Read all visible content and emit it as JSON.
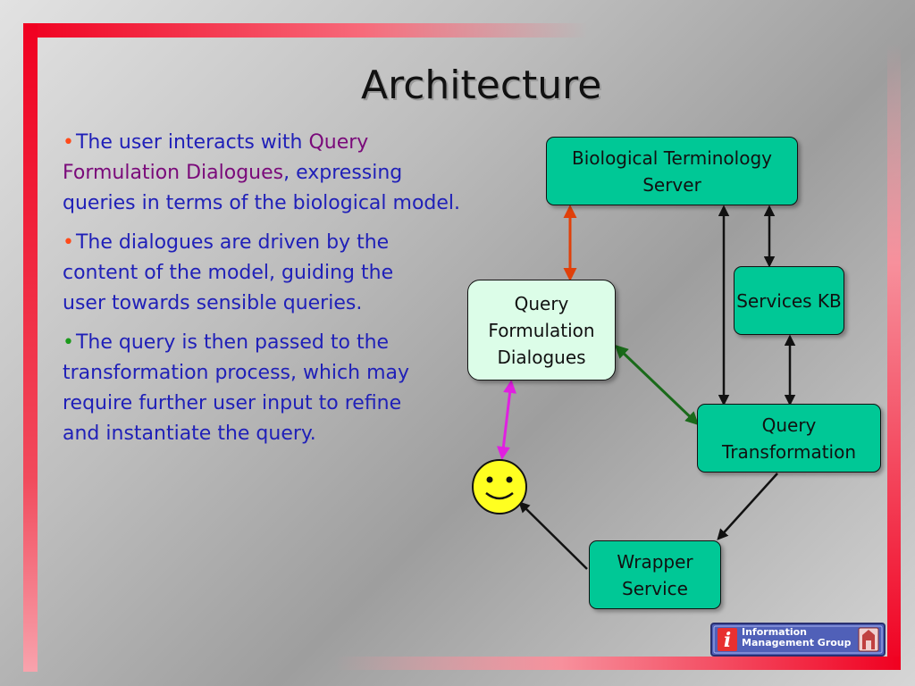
{
  "title": "Architecture",
  "bullets": [
    {
      "pre": "The user interacts with ",
      "hl": "Query Formulation Dialogues",
      "post": ", expressing queries in terms of the biological model.",
      "bullet_color": "#ff4a1a"
    },
    {
      "pre": "The dialogues are driven by the content of the model, guiding the user towards sensible queries.",
      "bullet_color": "#ff4a1a"
    },
    {
      "pre": "The query is then passed to the transformation process, which may require further user input to refine and instantiate the query.",
      "bullet_color": "#1c9a1c"
    }
  ],
  "nodes": {
    "bts": "Biological Terminology Server",
    "qfd": "Query Formulation Dialogues",
    "skb": "Services KB",
    "qt": "Query Transformation",
    "ws": "Wrapper Service"
  },
  "logo": {
    "line1": "Information",
    "line2": "Management Group"
  },
  "colors": {
    "frame": "#f00020",
    "body_text": "#2020b8",
    "highlight": "#7a0a7a",
    "node_teal": "#00c896",
    "node_pale": "#dcfde8",
    "arrow_orange": "#e0400a",
    "arrow_magenta": "#e020e0",
    "arrow_green": "#1a6a1a",
    "smiley": "#ffff20"
  }
}
